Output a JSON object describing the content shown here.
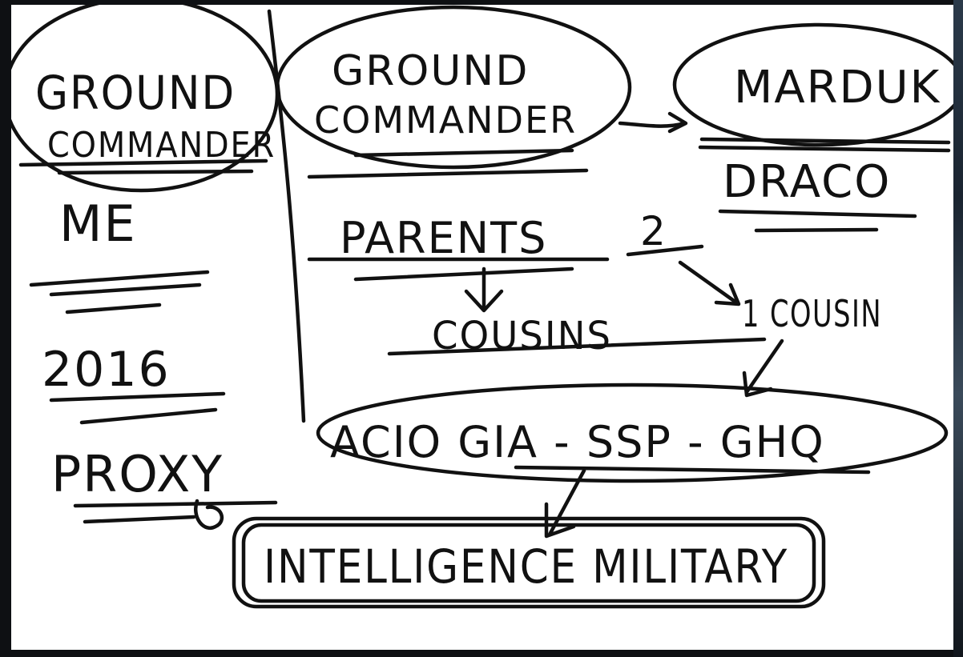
{
  "nodes": {
    "ground_commander_left": {
      "line1": "GROUND",
      "line2": "COMMANDER"
    },
    "ground_commander_center": {
      "line1": "GROUND",
      "line2": "COMMANDER"
    },
    "marduk": "MARDUK",
    "draco": "DRACO",
    "me": "ME",
    "year": "2016",
    "proxy": "PROXY",
    "parents": "PARENTS",
    "parents_count": "2",
    "cousins": "COUSINS",
    "cousin": "1 COUSIN",
    "acio_chain": "ACIO GIA - SSP - GHQ",
    "intelligence_military": "INTELLIGENCE MILITARY"
  }
}
